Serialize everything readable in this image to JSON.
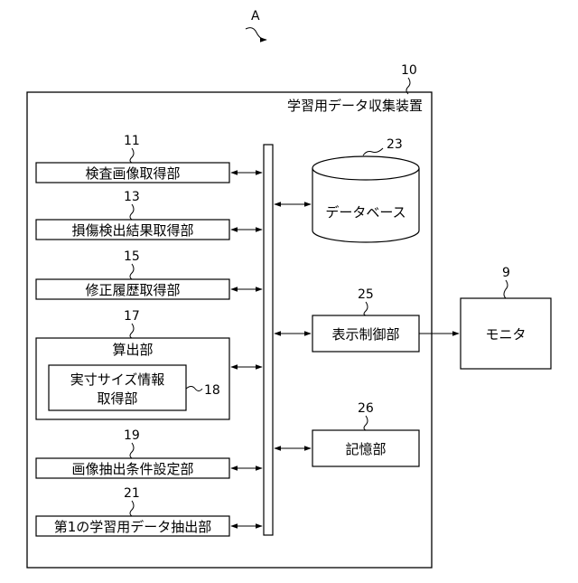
{
  "diagram": {
    "top_ref": "A",
    "device": {
      "ref": "10",
      "label": "学習用データ収集装置"
    },
    "left_units": [
      {
        "ref": "11",
        "label": "検査画像取得部"
      },
      {
        "ref": "13",
        "label": "損傷検出結果取得部"
      },
      {
        "ref": "15",
        "label": "修正履歴取得部"
      },
      {
        "ref": "19",
        "label": "画像抽出条件設定部"
      },
      {
        "ref": "21",
        "label": "第1の学習用データ抽出部"
      }
    ],
    "calc_unit": {
      "ref": "17",
      "label": "算出部",
      "sub": {
        "ref": "18",
        "label_line1": "実寸サイズ情報",
        "label_line2": "取得部"
      }
    },
    "database": {
      "ref": "23",
      "label": "データベース"
    },
    "display_ctrl": {
      "ref": "25",
      "label": "表示制御部"
    },
    "storage": {
      "ref": "26",
      "label": "記憶部"
    },
    "monitor": {
      "ref": "9",
      "label": "モニタ"
    }
  }
}
